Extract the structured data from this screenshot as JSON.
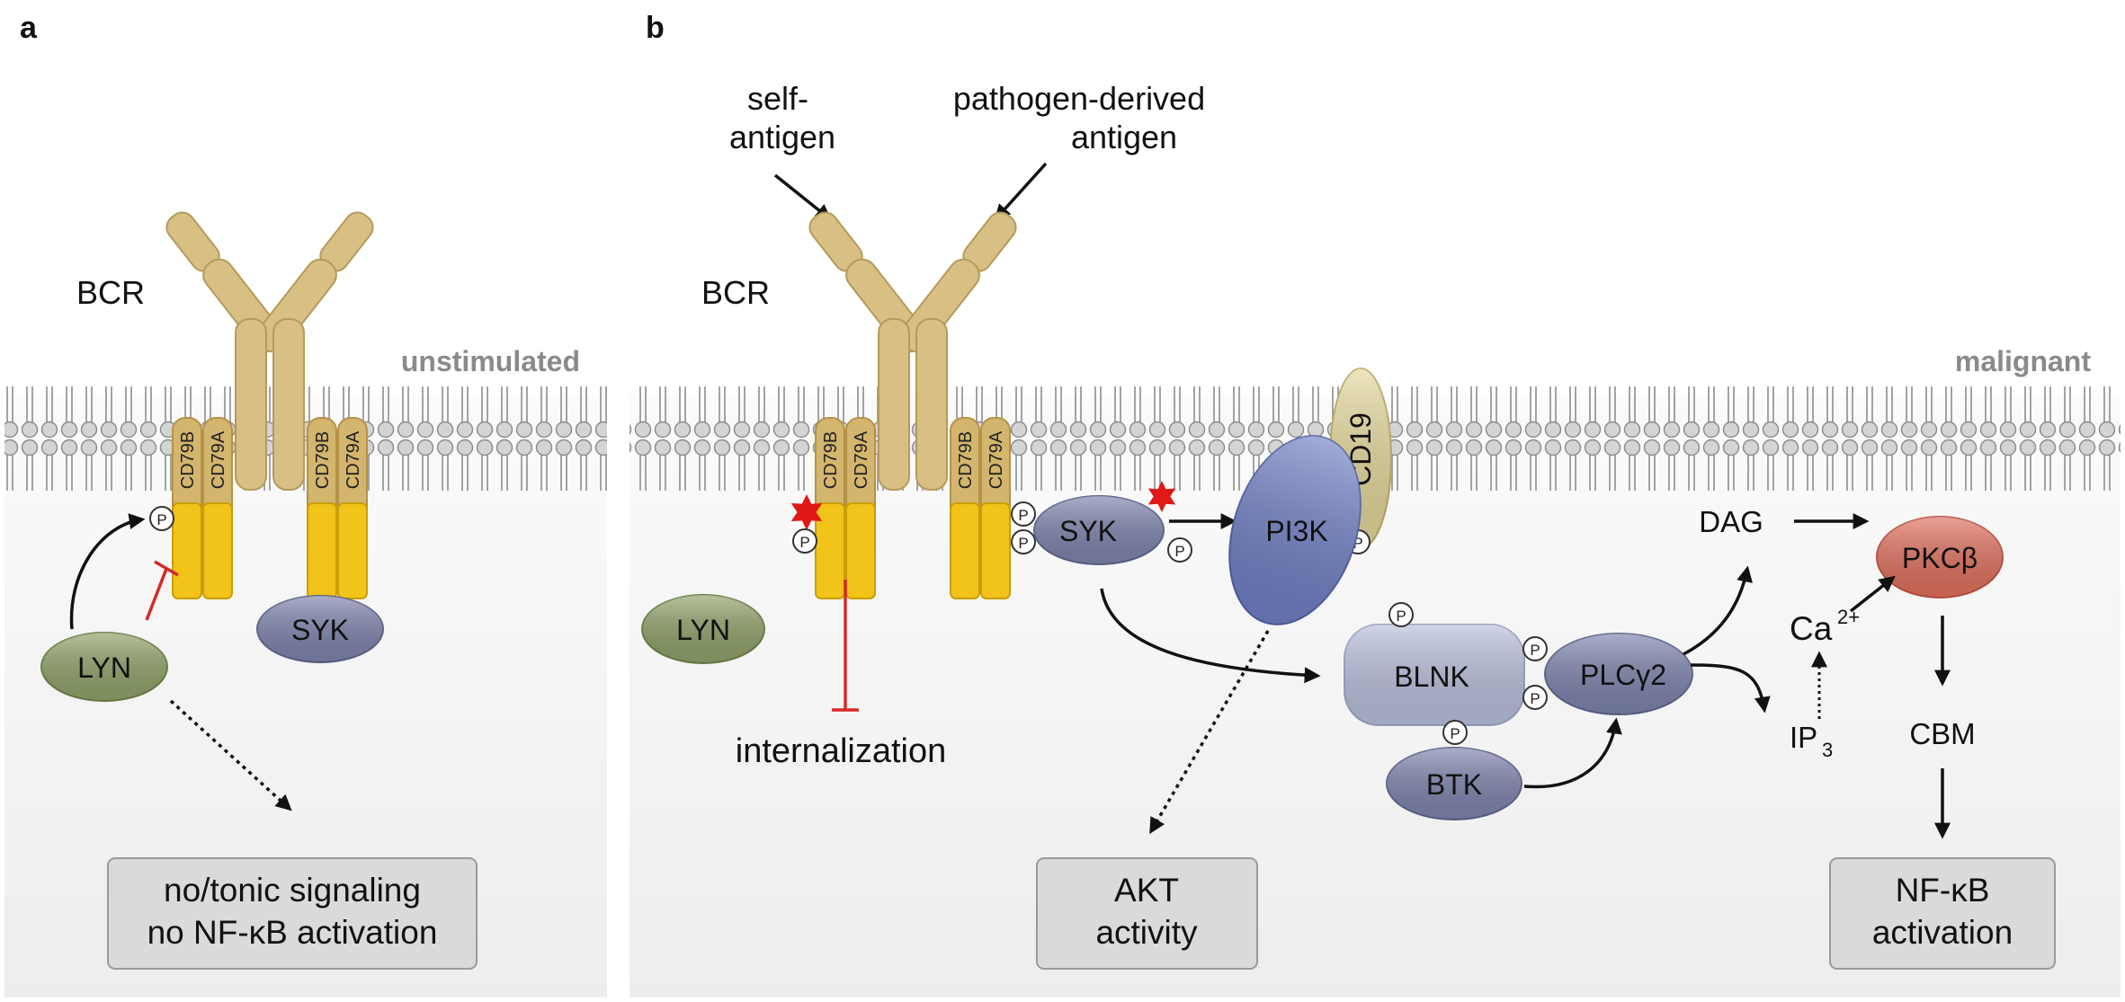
{
  "panels": {
    "a": {
      "letter": "a",
      "state_label": "unstimulated",
      "bcr_label": "BCR",
      "cd79b": "CD79B",
      "cd79a": "CD79A",
      "lyn": "LYN",
      "syk": "SYK",
      "phospho": "P",
      "outcome_line1": "no/tonic signaling",
      "outcome_line2": "no NF-κB activation"
    },
    "b": {
      "letter": "b",
      "state_label": "malignant",
      "bcr_label": "BCR",
      "self_antigen_line1": "self-",
      "self_antigen_line2": "antigen",
      "pathogen_antigen_line1": "pathogen-derived",
      "pathogen_antigen_line2": "antigen",
      "cd79b": "CD79B",
      "cd79a": "CD79A",
      "cd19": "CD19",
      "lyn": "LYN",
      "syk": "SYK",
      "pi3k": "PI3K",
      "blnk": "BLNK",
      "plcg2": "PLCγ2",
      "btk": "BTK",
      "dag": "DAG",
      "pkcb": "PKCβ",
      "ca": "Ca",
      "ca_sup": "2+",
      "ip": "IP",
      "ip_sub": "3",
      "cbm": "CBM",
      "phospho": "P",
      "internalization": "internalization",
      "akt_line1": "AKT",
      "akt_line2": "activity",
      "nfkb_line1": "NF-κB",
      "nfkb_line2": "activation"
    }
  },
  "colors": {
    "antibody": "#d8bf84",
    "cd79": "#d3b56e",
    "cd79_tail": "#f2c318",
    "lyn": "#8fa168",
    "syk": "#7d83ad",
    "pi3k": "#6f7fc4",
    "cd19": "#e4d79a",
    "blnk": "#b9bfdc",
    "pkcb": "#e0705e",
    "outcome_box": "#dadada",
    "inhibition": "#d42a2a",
    "star": "#e01818"
  }
}
